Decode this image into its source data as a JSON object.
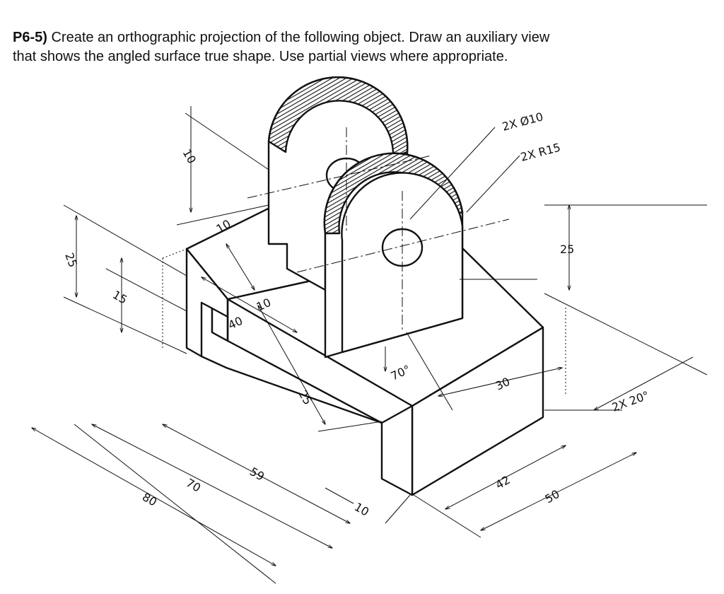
{
  "problem": {
    "number": "P6-5)",
    "line1": " Create an orthographic projection of the following object.  Draw an auxiliary view",
    "line2": "that shows the angled surface true shape.  Use partial views where appropriate."
  },
  "labels": {
    "hole": "2X Ø10",
    "radius": "2X R15",
    "angle": "2X 20°"
  },
  "dimensions": {
    "d10_top": "10",
    "d10_mid": "10",
    "d10_slot": "10",
    "d25_left": "25",
    "d15_left": "15",
    "d40": "40",
    "d70deg": "70°",
    "d25_right": "25",
    "d30": "30",
    "d25_front": "25",
    "d80": "80",
    "d70": "70",
    "d59": "59",
    "d10_bottom": "10",
    "d42": "42",
    "d50": "50"
  }
}
